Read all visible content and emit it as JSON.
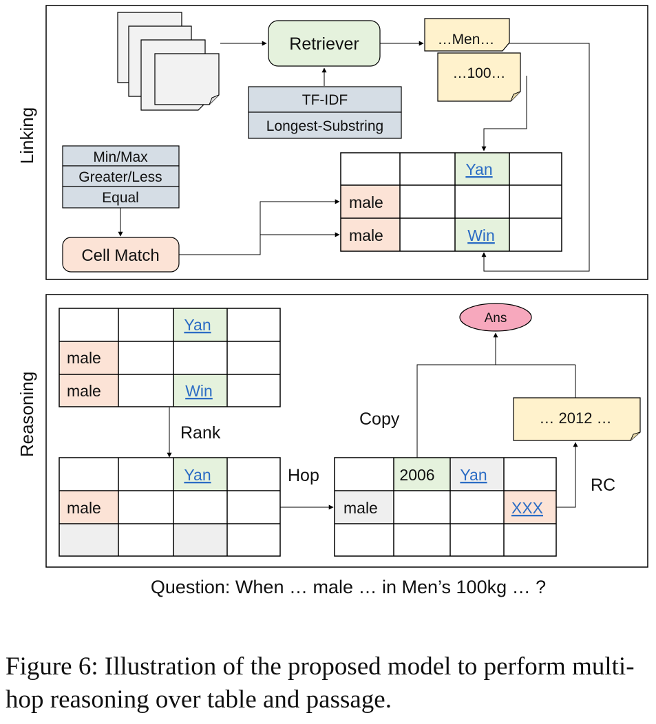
{
  "panels": {
    "linking": "Linking",
    "reasoning": "Reasoning"
  },
  "retriever": {
    "label": "Retriever",
    "methods": [
      "TF-IDF",
      "Longest-Substring"
    ],
    "passage_1": "…Men…",
    "passage_2": "…100…"
  },
  "cell_match": {
    "label": "Cell Match",
    "criteria": [
      "Min/Max",
      "Greater/Less",
      "Equal"
    ]
  },
  "linking_table": {
    "r1c3": "Yan",
    "r2c1": "male",
    "r3c1": "male",
    "r3c3": "Win"
  },
  "reasoning": {
    "table_a": {
      "r1c3": "Yan",
      "r2c1": "male",
      "r3c1": "male",
      "r3c3": "Win"
    },
    "rank_label": "Rank",
    "table_b": {
      "r1c3": "Yan",
      "r2c1": "male"
    },
    "hop_label": "Hop",
    "table_c": {
      "r1c2": "2006",
      "r1c3": "Yan",
      "r2c1": "male",
      "r2c4": "XXX"
    },
    "copy_label": "Copy",
    "rc_label": "RC",
    "passage": "… 2012 …",
    "answer": "Ans"
  },
  "question": "Question: When … male … in Men’s 100kg … ?",
  "caption": "Figure 6: Illustration of the proposed model to perform multi-hop reasoning over table and passage.",
  "colors": {
    "green_box": "#e5f2dd",
    "grey_box": "#d5dde5",
    "orange_box": "#fce3d6",
    "yellow_note": "#fff2cc",
    "grey_cell": "#efefef",
    "answer_oval": "#f7a8bd",
    "link_text": "#2b6cc4"
  }
}
